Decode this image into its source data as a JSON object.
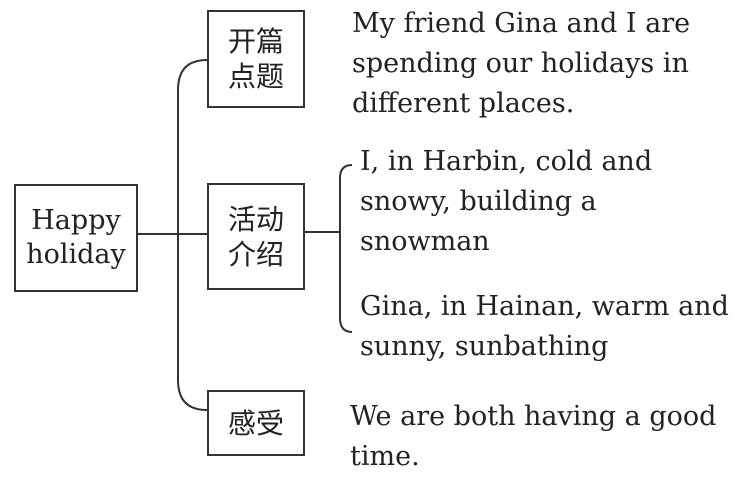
{
  "root": {
    "line1": "Happy",
    "line2": "holiday"
  },
  "categories": [
    {
      "line1": "开篇",
      "line2": "点题"
    },
    {
      "line1": "活动",
      "line2": "介绍"
    },
    {
      "line1": "感受",
      "line2": ""
    }
  ],
  "texts": {
    "opening": "My friend Gina and I are\nspending our holidays in\ndifferent places.",
    "activity_1": "I, in Harbin, cold and\nsnowy, building a\nsnowman",
    "activity_2": "Gina, in Hainan, warm and\nsunny, sunbathing",
    "feeling": "We are both having a good\ntime."
  }
}
